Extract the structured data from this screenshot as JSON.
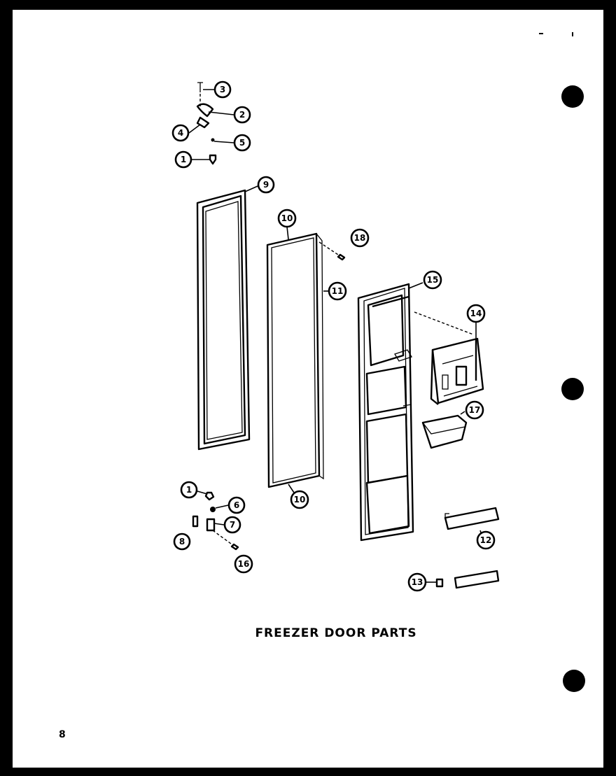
{
  "diagram": {
    "title": "FREEZER DOOR PARTS",
    "page_number": "8",
    "callouts": [
      {
        "id": "c3",
        "label": "3"
      },
      {
        "id": "c2",
        "label": "2"
      },
      {
        "id": "c4",
        "label": "4"
      },
      {
        "id": "c5",
        "label": "5"
      },
      {
        "id": "c1a",
        "label": "1"
      },
      {
        "id": "c9",
        "label": "9"
      },
      {
        "id": "c10a",
        "label": "10"
      },
      {
        "id": "c18a",
        "label": "18"
      },
      {
        "id": "c11",
        "label": "11"
      },
      {
        "id": "c15",
        "label": "15"
      },
      {
        "id": "c14",
        "label": "14"
      },
      {
        "id": "c17",
        "label": "17"
      },
      {
        "id": "c10b",
        "label": "10"
      },
      {
        "id": "c1b",
        "label": "1"
      },
      {
        "id": "c6",
        "label": "6"
      },
      {
        "id": "c7",
        "label": "7"
      },
      {
        "id": "c8",
        "label": "8"
      },
      {
        "id": "c16",
        "label": "16"
      },
      {
        "id": "c12",
        "label": "12"
      },
      {
        "id": "c13",
        "label": "13"
      }
    ]
  }
}
